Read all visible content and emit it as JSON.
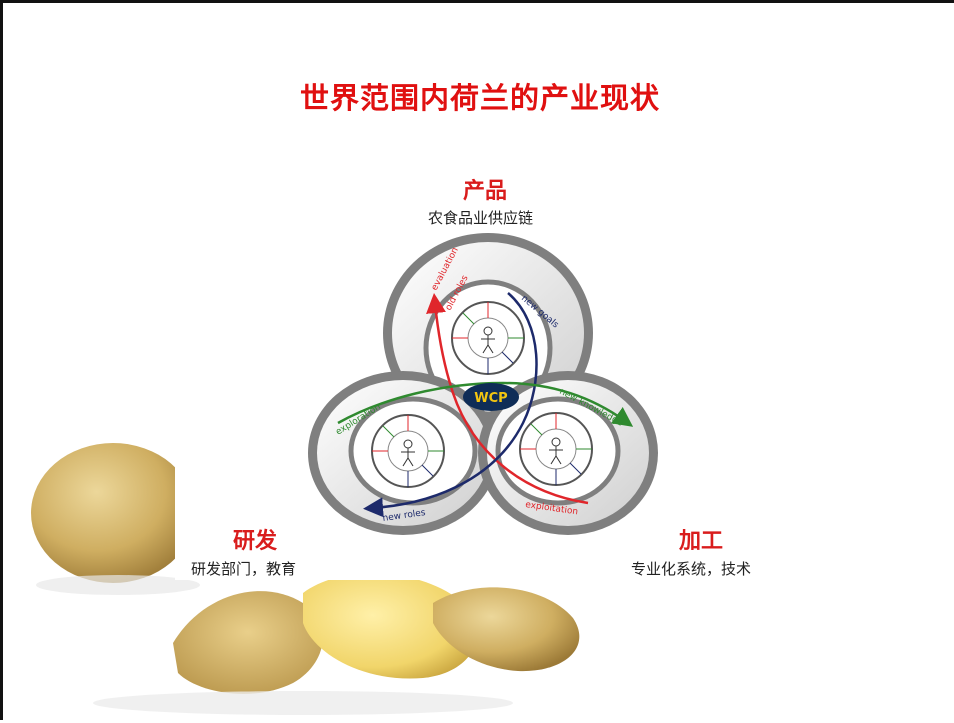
{
  "title": "世界范围内荷兰的产业现状",
  "product": {
    "heading": "产品",
    "sub": "农食品业供应链"
  },
  "rnd": {
    "heading": "研发",
    "sub": "研发部门，教育"
  },
  "processing": {
    "heading": "加工",
    "sub": "专业化系统，技术"
  },
  "diagram": {
    "center": "WCP",
    "arrows": {
      "evaluation": "evaluation",
      "old_roles": "old roles",
      "new_goals": "new goals",
      "exploration": "exploration",
      "new_knowledge": "new knowledge",
      "new_roles": "new roles",
      "exploitation": "exploitation"
    }
  },
  "colors": {
    "title_red": "#e01010",
    "arrow_red": "#e0262b",
    "arrow_navy": "#1d2a6b",
    "arrow_green": "#2f8a2f",
    "wcp_fill": "#0f2d57",
    "wcp_text": "#f2c511"
  }
}
